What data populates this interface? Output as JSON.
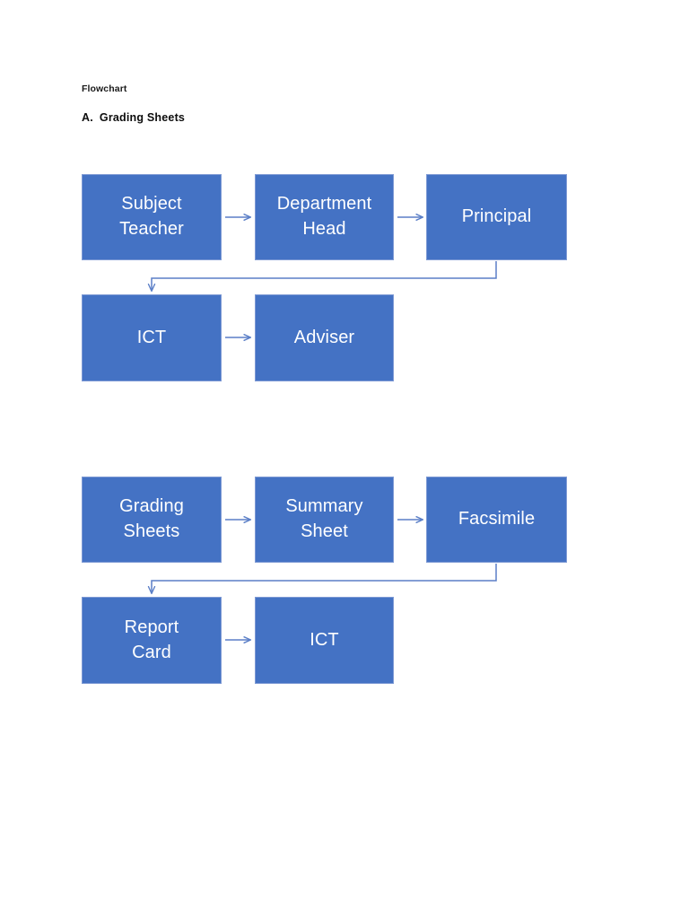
{
  "document": {
    "label": "Flowchart",
    "section_number": "A.",
    "section_title": "Grading Sheets"
  },
  "theme": {
    "box_fill": "#4472C4",
    "box_border": "#7E9AD4",
    "box_text": "#FFFFFF",
    "connector": "#5B7FC7",
    "page_background": "#FFFFFF",
    "heading_text": "#000000"
  },
  "diagram": {
    "type": "flowchart",
    "groups": [
      {
        "name": "grading-sheets-routing",
        "rows": [
          {
            "name": "row-1",
            "nodes": [
              {
                "id": "subject-teacher",
                "label": "Subject\nTeacher"
              },
              {
                "id": "department-head",
                "label": "Department\nHead"
              },
              {
                "id": "principal",
                "label": "Principal"
              }
            ]
          },
          {
            "name": "row-2",
            "nodes": [
              {
                "id": "ict-1",
                "label": "ICT"
              },
              {
                "id": "adviser",
                "label": "Adviser"
              }
            ]
          }
        ]
      },
      {
        "name": "report-card-routing",
        "rows": [
          {
            "name": "row-3",
            "nodes": [
              {
                "id": "grading-sheets",
                "label": "Grading\nSheets"
              },
              {
                "id": "summary-sheet",
                "label": "Summary\nSheet"
              },
              {
                "id": "facsimile",
                "label": "Facsimile"
              }
            ]
          },
          {
            "name": "row-4",
            "nodes": [
              {
                "id": "report-card",
                "label": "Report\nCard"
              },
              {
                "id": "ict-2",
                "label": "ICT"
              }
            ]
          }
        ]
      }
    ],
    "connectors": [
      {
        "id": "subject-teacher-to-department-head",
        "from": "subject-teacher",
        "to": "department-head",
        "kind": "straight-right"
      },
      {
        "id": "department-head-to-principal",
        "from": "department-head",
        "to": "principal",
        "kind": "straight-right"
      },
      {
        "id": "principal-to-ict",
        "from": "principal",
        "to": "ict-1",
        "kind": "elbow-down-left-down"
      },
      {
        "id": "ict-to-adviser",
        "from": "ict-1",
        "to": "adviser",
        "kind": "straight-right"
      },
      {
        "id": "grading-sheets-to-summary-sheet",
        "from": "grading-sheets",
        "to": "summary-sheet",
        "kind": "straight-right"
      },
      {
        "id": "summary-sheet-to-facsimile",
        "from": "summary-sheet",
        "to": "facsimile",
        "kind": "straight-right"
      },
      {
        "id": "facsimile-to-report-card",
        "from": "facsimile",
        "to": "report-card",
        "kind": "elbow-down-left-down"
      },
      {
        "id": "report-card-to-ict",
        "from": "report-card",
        "to": "ict-2",
        "kind": "straight-right"
      }
    ]
  }
}
